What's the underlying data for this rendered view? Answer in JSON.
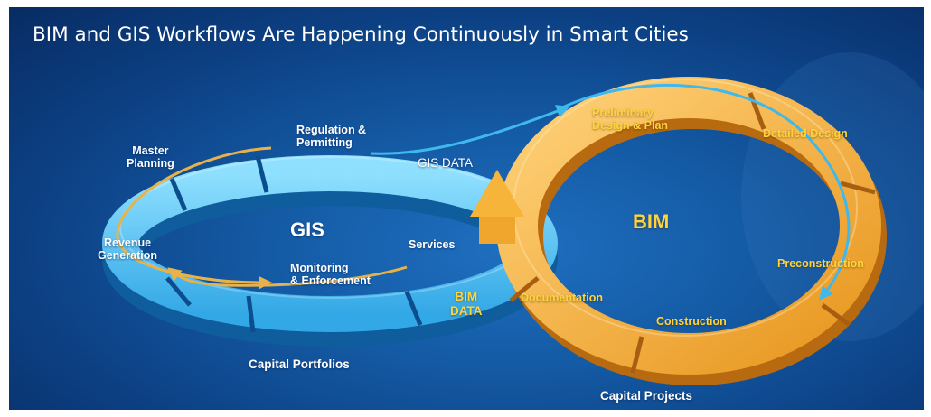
{
  "title": "BIM and GIS Workflows Are Happening Continuously in Smart Cities",
  "gis": {
    "center_label": "GIS",
    "stages": {
      "regulation": "Regulation &",
      "permitting": "Permitting",
      "master": "Master",
      "planning": "Planning",
      "revenue": "Revenue",
      "generation": "Generation",
      "monitoring": "Monitoring",
      "enforcement": "& Enforcement",
      "services": "Services"
    },
    "caption": "Capital Portfolios"
  },
  "bim": {
    "center_label": "BIM",
    "stages": {
      "preliminary": "Preliminary",
      "design_plan": "Design & Plan",
      "detailed": "Detailed Design",
      "preconstruction": "Preconstruction",
      "construction": "Construction",
      "documentation": "Documentation"
    },
    "caption": "Capital Projects"
  },
  "exchange": {
    "gis_data": "GIS DATA",
    "bim_data_1": "BIM",
    "bim_data_2": "DATA"
  },
  "colors": {
    "gis_ring": "#3bb0ea",
    "bim_ring": "#f0a52c",
    "flow_arrow_gis": "#e8b24a",
    "flow_arrow_bim": "#3fb8ee",
    "bim_label": "#ffd43a",
    "background": "#1459a3"
  }
}
